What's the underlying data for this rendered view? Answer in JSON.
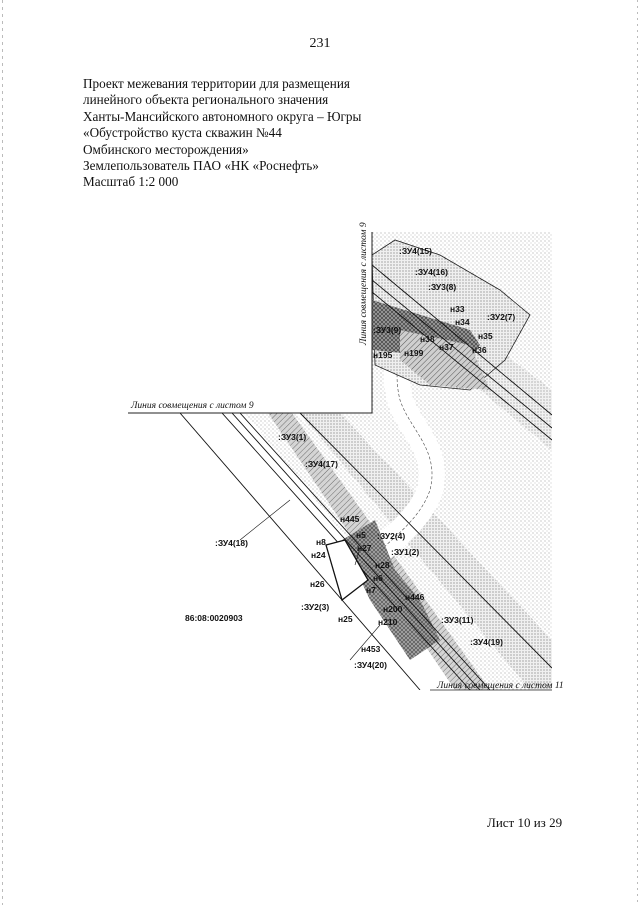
{
  "page_number": "231",
  "header_lines": [
    "Проект межевания территории для размещения",
    "линейного объекта регионального значения",
    "Ханты-Мансийского автономного округа – Югры",
    "«Обустройство куста скважин №44",
    "Омбинского месторождения»",
    "Землепользователь ПАО «НК «Роснефть»",
    "Масштаб 1:2 000"
  ],
  "sheet_label": "Лист 10 из 29",
  "map": {
    "match_line_left": "Линия совмещения с листом 9",
    "match_line_vertical": "Линия совмещения с листом 9",
    "match_line_bottom": "Линия совмещения с листом 11",
    "cadastral_block": "86:08:0020903",
    "plot_labels": {
      "zu4_15": ":ЗУ4(15)",
      "zu4_16": ":ЗУ4(16)",
      "zu3_8": ":ЗУ3(8)",
      "zu2_7": ":ЗУ2(7)",
      "zu3_9": ":ЗУ3(9)",
      "zu3_1": ":ЗУ3(1)",
      "zu4_17": ":ЗУ4(17)",
      "zu2_4": ":ЗУ2(4)",
      "zu1_2": ":ЗУ1(2)",
      "zu4_18": ":ЗУ4(18)",
      "zu2_3": ":ЗУ2(3)",
      "zu3_11": ":ЗУ3(11)",
      "zu4_19": ":ЗУ4(19)",
      "zu4_20": ":ЗУ4(20)"
    },
    "point_labels": {
      "n33": "н33",
      "n34": "н34",
      "n35": "н35",
      "n36": "н36",
      "n38": "н38",
      "n37": "н37",
      "n195": "н195",
      "n199": "н199",
      "n445": "н445",
      "n5": "н5",
      "n8": "н8",
      "n27": "н27",
      "n24": "н24",
      "n28": "н28",
      "n6": "н6",
      "n7": "н7",
      "n26": "н26",
      "n446": "н446",
      "n200": "н200",
      "n210": "н210",
      "n25": "н25",
      "n453": "н453"
    }
  }
}
